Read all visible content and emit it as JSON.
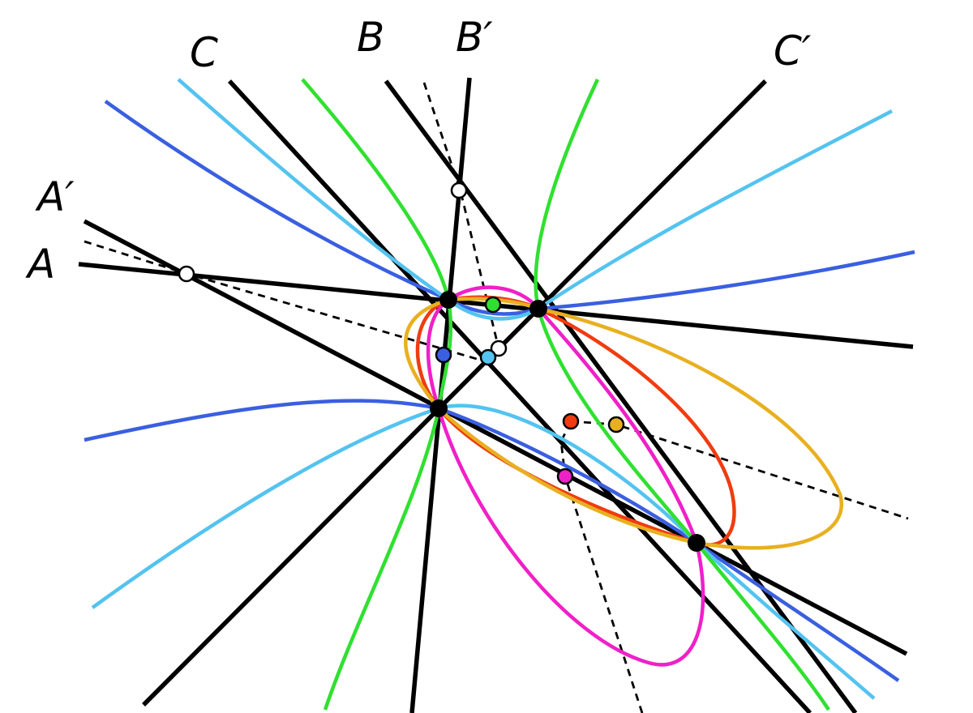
{
  "labels": {
    "A": "A",
    "A_prime": "A′",
    "B": "B",
    "B_prime": "B′",
    "C": "C",
    "C_prime": "C′"
  },
  "colors": {
    "line": "#000000",
    "conic_blue": "#3a5fe0",
    "conic_sky": "#54c3f0",
    "conic_green": "#30e030",
    "conic_magenta": "#f020c8",
    "conic_red": "#f03c10",
    "conic_gold": "#e8b020",
    "open_point": "#ffffff"
  },
  "conic_colors": [
    "blue",
    "sky-blue",
    "green",
    "magenta",
    "red",
    "gold"
  ],
  "marked_point_colors": [
    "green",
    "blue",
    "sky-blue",
    "red",
    "gold",
    "magenta"
  ]
}
